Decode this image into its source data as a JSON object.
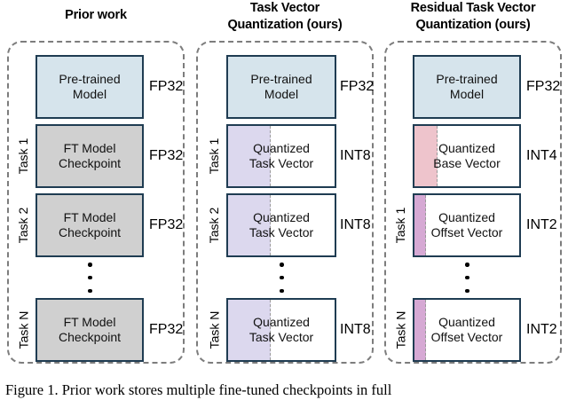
{
  "figure": {
    "caption": "Figure 1. Prior work stores multiple fine-tuned checkpoints in full"
  },
  "colors": {
    "box_border": "#1f3c52",
    "panel_border": "#7d7d7d",
    "pretrained_fill": "#d6e4ec",
    "checkpoint_fill": "#d0d0d0",
    "task_vector_stripe": "#dcd8ee",
    "base_vector_stripe": "#eec4cc",
    "offset_vector_stripe": "#d6a9d4",
    "background": "#ffffff"
  },
  "panels": [
    {
      "id": "prior-work",
      "title": "Prior work",
      "title_lines": [
        "Prior work"
      ],
      "rows": [
        {
          "task": "",
          "box_label_lines": [
            "Pre-trained",
            "Model"
          ],
          "fill": "blue",
          "stripe": "none",
          "precision": "FP32"
        },
        {
          "task": "Task 1",
          "box_label_lines": [
            "FT Model",
            "Checkpoint"
          ],
          "fill": "gray",
          "stripe": "none",
          "precision": "FP32"
        },
        {
          "task": "Task 2",
          "box_label_lines": [
            "FT Model",
            "Checkpoint"
          ],
          "fill": "gray",
          "stripe": "none",
          "precision": "FP32"
        },
        {
          "task": "ellipsis",
          "box_label_lines": [],
          "fill": "none",
          "stripe": "none",
          "precision": ""
        },
        {
          "task": "Task N",
          "box_label_lines": [
            "FT Model",
            "Checkpoint"
          ],
          "fill": "gray",
          "stripe": "none",
          "precision": "FP32"
        }
      ]
    },
    {
      "id": "task-vector-quantization",
      "title": "Task Vector Quantization (ours)",
      "title_lines": [
        "Task Vector",
        "Quantization (ours)"
      ],
      "rows": [
        {
          "task": "",
          "box_label_lines": [
            "Pre-trained",
            "Model"
          ],
          "fill": "blue",
          "stripe": "none",
          "precision": "FP32"
        },
        {
          "task": "Task 1",
          "box_label_lines": [
            "Quantized",
            "Task Vector"
          ],
          "fill": "white",
          "stripe": "purple",
          "precision": "INT8"
        },
        {
          "task": "Task 2",
          "box_label_lines": [
            "Quantized",
            "Task Vector"
          ],
          "fill": "white",
          "stripe": "purple",
          "precision": "INT8"
        },
        {
          "task": "ellipsis",
          "box_label_lines": [],
          "fill": "none",
          "stripe": "none",
          "precision": ""
        },
        {
          "task": "Task N",
          "box_label_lines": [
            "Quantized",
            "Task Vector"
          ],
          "fill": "white",
          "stripe": "purple",
          "precision": "INT8"
        }
      ]
    },
    {
      "id": "residual-task-vector-quantization",
      "title": "Residual Task Vector Quantization (ours)",
      "title_lines": [
        "Residual Task Vector",
        "Quantization (ours)"
      ],
      "rows": [
        {
          "task": "",
          "box_label_lines": [
            "Pre-trained",
            "Model"
          ],
          "fill": "blue",
          "stripe": "none",
          "precision": "FP32"
        },
        {
          "task": "",
          "box_label_lines": [
            "Quantized",
            "Base Vector"
          ],
          "fill": "white",
          "stripe": "pink",
          "precision": "INT4"
        },
        {
          "task": "Task 1",
          "box_label_lines": [
            "Quantized",
            "Offset Vector"
          ],
          "fill": "white",
          "stripe": "magenta",
          "precision": "INT2"
        },
        {
          "task": "ellipsis",
          "box_label_lines": [],
          "fill": "none",
          "stripe": "none",
          "precision": ""
        },
        {
          "task": "Task N",
          "box_label_lines": [
            "Quantized",
            "Offset Vector"
          ],
          "fill": "white",
          "stripe": "magenta",
          "precision": "INT2"
        }
      ]
    }
  ]
}
